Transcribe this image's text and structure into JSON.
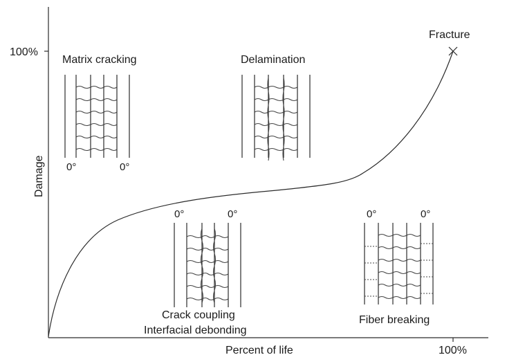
{
  "axes": {
    "y_label": "Damage",
    "x_label": "Percent of life",
    "y_tick": "100%",
    "x_tick": "100%"
  },
  "curve": {
    "end_label": "Fracture"
  },
  "stages": {
    "matrix_cracking": {
      "title": "Matrix cracking",
      "left_angle": "0°",
      "right_angle": "0°"
    },
    "delamination": {
      "title": "Delamination"
    },
    "crack_coupling": {
      "title": "Crack coupling",
      "subtitle": "Interfacial  debonding",
      "left_angle": "0°",
      "right_angle": "0°"
    },
    "fiber_breaking": {
      "title": "Fiber breaking",
      "left_angle": "0°",
      "right_angle": "0°"
    }
  }
}
